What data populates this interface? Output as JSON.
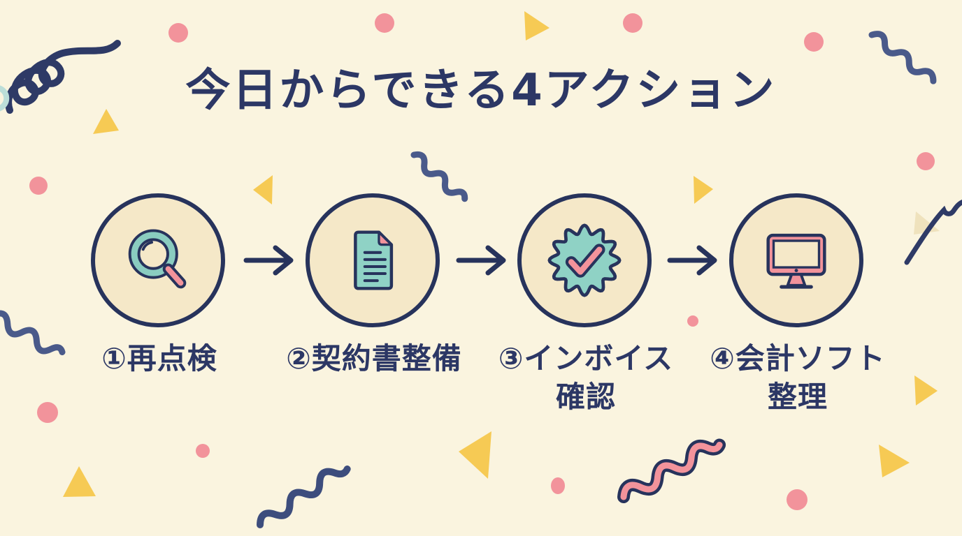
{
  "title": "今日からできる4アクション",
  "steps": [
    {
      "label": "①再点検",
      "label_line2": "",
      "icon": "magnifier-icon"
    },
    {
      "label": "②契約書整備",
      "label_line2": "",
      "icon": "document-icon"
    },
    {
      "label": "③インボイス",
      "label_line2": "確認",
      "icon": "check-badge-icon"
    },
    {
      "label": "④会計ソフト",
      "label_line2": "整理",
      "icon": "monitor-icon"
    }
  ],
  "colors": {
    "background": "#faf4df",
    "navy": "#2e3a66",
    "pink": "#f2939b",
    "yellow": "#f6ca54",
    "teal": "#8accc0",
    "circle_fill": "#f5e8c8"
  }
}
